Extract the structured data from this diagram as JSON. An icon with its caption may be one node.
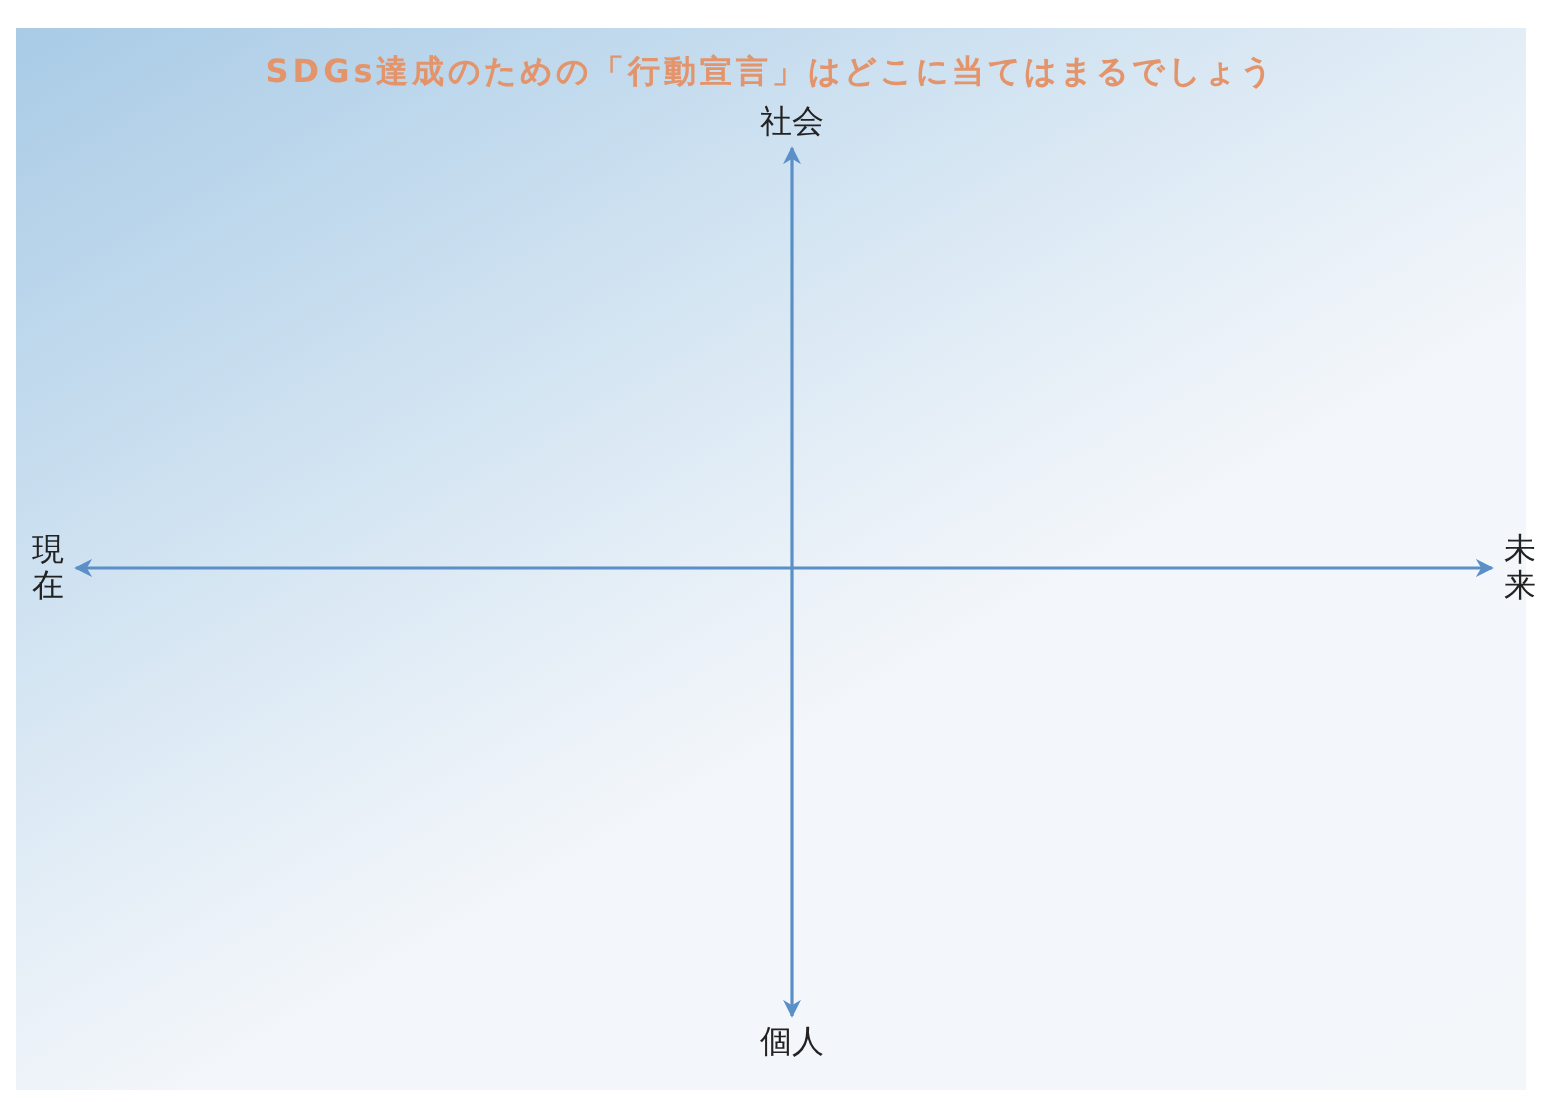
{
  "diagram": {
    "title": "SDGs達成のための「行動宣言」はどこに当てはまるでしょう",
    "nodes": [
      {
        "text": [
          "社会"
        ]
      },
      {
        "text": [
          "現在"
        ]
      },
      {
        "text": [
          "未来"
        ]
      },
      {
        "text": [
          "個人"
        ]
      }
    ],
    "edges": [
      {
        "from": 0,
        "to": 3,
        "arrow": "both"
      },
      {
        "from": 1,
        "to": 2,
        "arrow": "both"
      }
    ]
  }
}
